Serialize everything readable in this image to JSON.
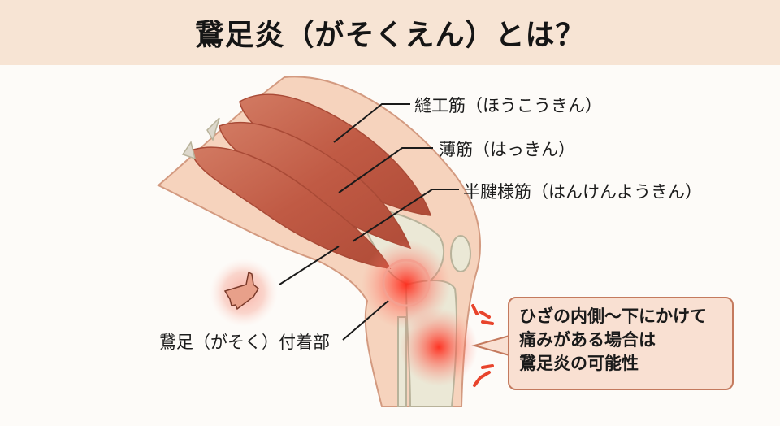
{
  "header": {
    "title": "鵞足炎（がそくえん）とは？",
    "background_color": "#f7e4d4"
  },
  "diagram": {
    "subject": "knee-side-view",
    "labels": [
      {
        "id": "sartorius",
        "text": "縫工筋（ほうこうきん）"
      },
      {
        "id": "gracilis",
        "text": "薄筋（はっきん）"
      },
      {
        "id": "semitendinosus",
        "text": "半腱様筋（はんけんようきん）"
      },
      {
        "id": "pes-anserinus",
        "text": "鵞足（がそく）付着部"
      }
    ],
    "callout": {
      "lines": [
        "ひざの内側〜下にかけて",
        "痛みがある場合は",
        "鵞足炎の可能性"
      ],
      "background_color": "#f9e0d2",
      "border_color": "#c47a5e"
    },
    "colors": {
      "skin": "#f6d3bd",
      "skin_outline": "#d39a80",
      "muscle": "#c8644c",
      "muscle_dark": "#a94a36",
      "bone": "#ebe8d6",
      "bone_outline": "#b8b29a",
      "pain": "#ff2a1a"
    }
  }
}
